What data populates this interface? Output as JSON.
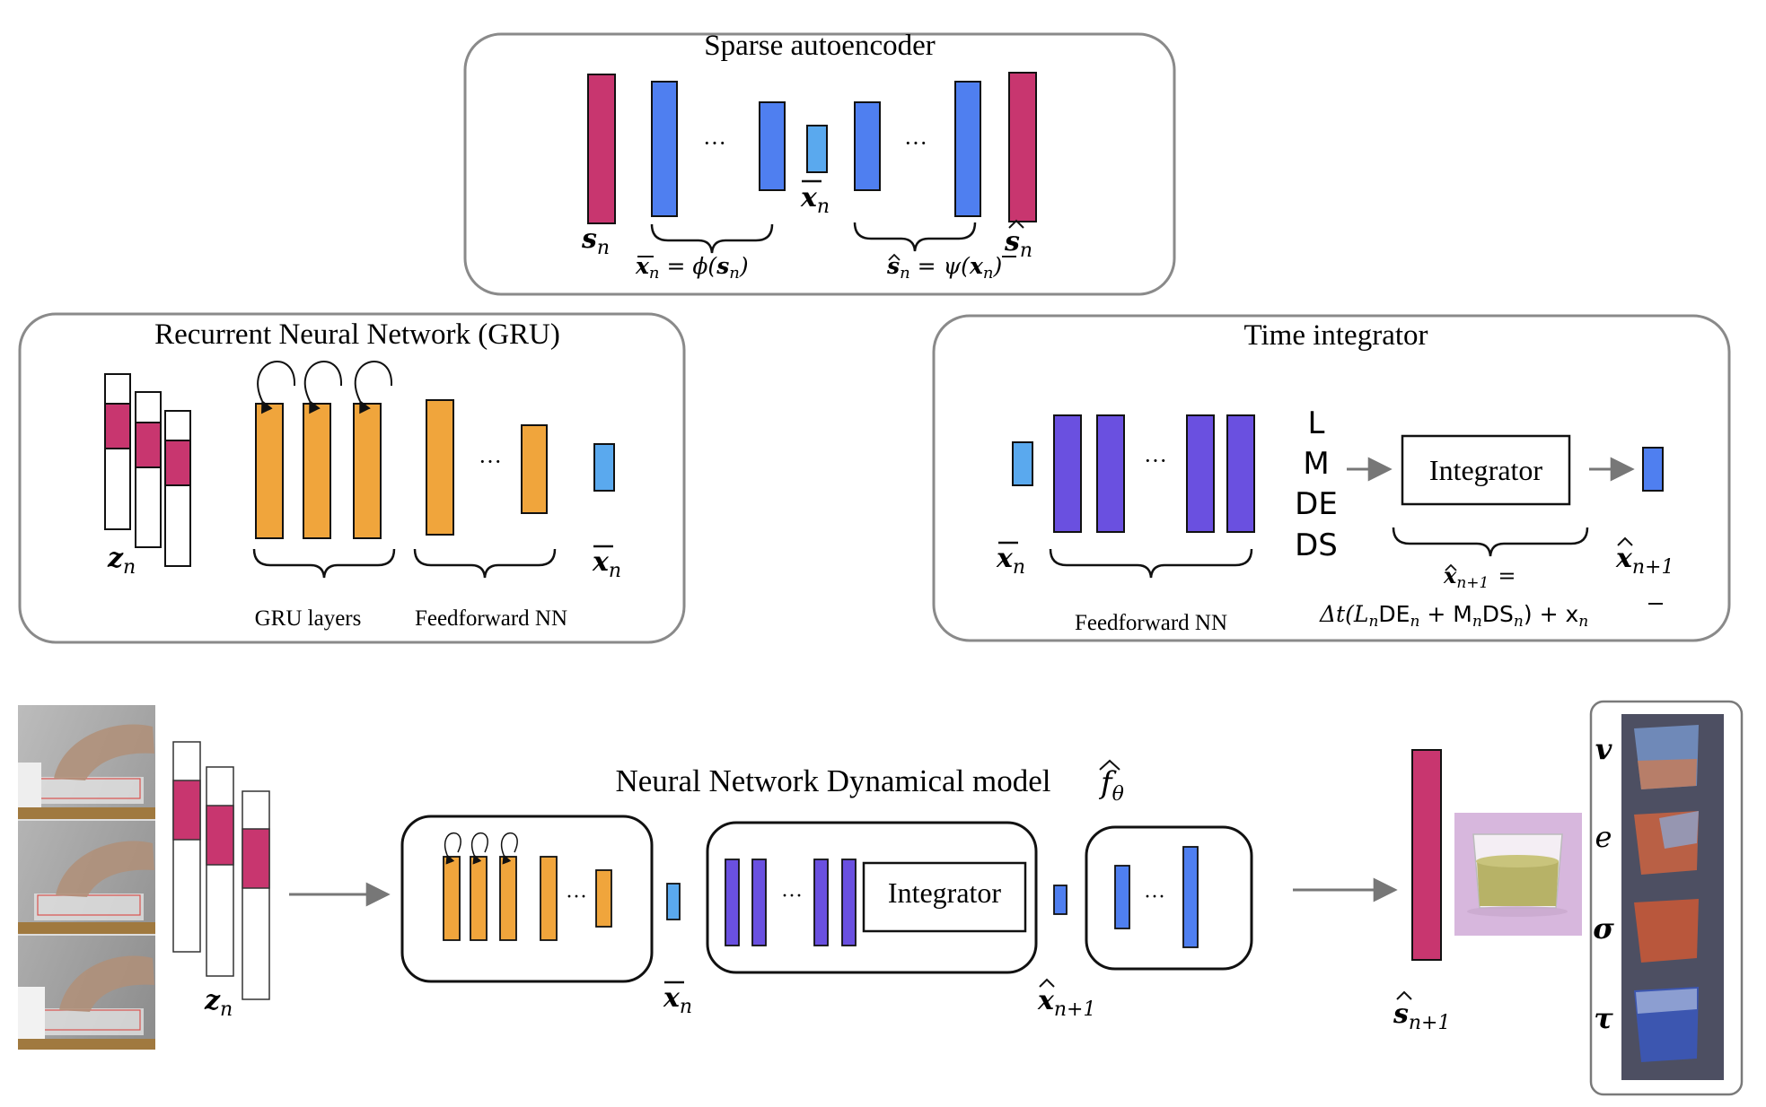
{
  "sparse_autoencoder": {
    "title": "Sparse autoencoder",
    "input_symbol": "s",
    "input_sub": "n",
    "latent_symbol": "x",
    "latent_sub": "n",
    "output_symbol": "s",
    "output_sub": "n",
    "ellipsis": "···",
    "encoder_eq": "= ϕ(",
    "encoder_arg": "s",
    "encoder_arg_sub": "n",
    "decoder_eq": "= ψ(",
    "decoder_arg": "x",
    "decoder_arg_sub": "n",
    "close_paren": ")"
  },
  "rnn": {
    "title": "Recurrent Neural Network (GRU)",
    "input_symbol": "z",
    "input_sub": "n",
    "output_symbol": "x",
    "output_sub": "n",
    "ellipsis": "···",
    "gru_label": "GRU layers",
    "ffnn_label": "Feedforward NN"
  },
  "time_integrator": {
    "title": "Time integrator",
    "input_symbol": "x",
    "input_sub": "n",
    "ellipsis": "···",
    "outputs": [
      "L",
      "M",
      "DE",
      "DS"
    ],
    "integrator_label": "Integrator",
    "output_symbol": "x",
    "output_sub": "n+1",
    "ffnn_label": "Feedforward NN",
    "eq_lhs": "x",
    "eq_lhs_sub": "n+1",
    "eq_equals": "=",
    "eq_rhs": "Δt(L",
    "eq_rhs_1": "DE",
    "eq_rhs_2": " + M",
    "eq_rhs_3": "DS",
    "eq_rhs_4": ") + x",
    "eq_sub_n": "n"
  },
  "dynamical_model": {
    "title": "Neural Network Dynamical model",
    "f_symbol": "f",
    "f_sub": "θ",
    "z_symbol": "z",
    "z_sub": "n",
    "x_symbol": "x",
    "x_sub": "n",
    "xnext_symbol": "x",
    "xnext_sub": "n+1",
    "snext_symbol": "s",
    "snext_sub": "n+1",
    "ellipsis": "···",
    "integrator_label": "Integrator",
    "field_labels": [
      "v",
      "e",
      "σ",
      "τ"
    ]
  },
  "colors": {
    "magenta": "#c8366f",
    "blue": "#4f7ff0",
    "light_blue": "#5aa9ee",
    "purple": "#6a50e0",
    "orange": "#f0a53c",
    "border": "#8a8a8a"
  }
}
